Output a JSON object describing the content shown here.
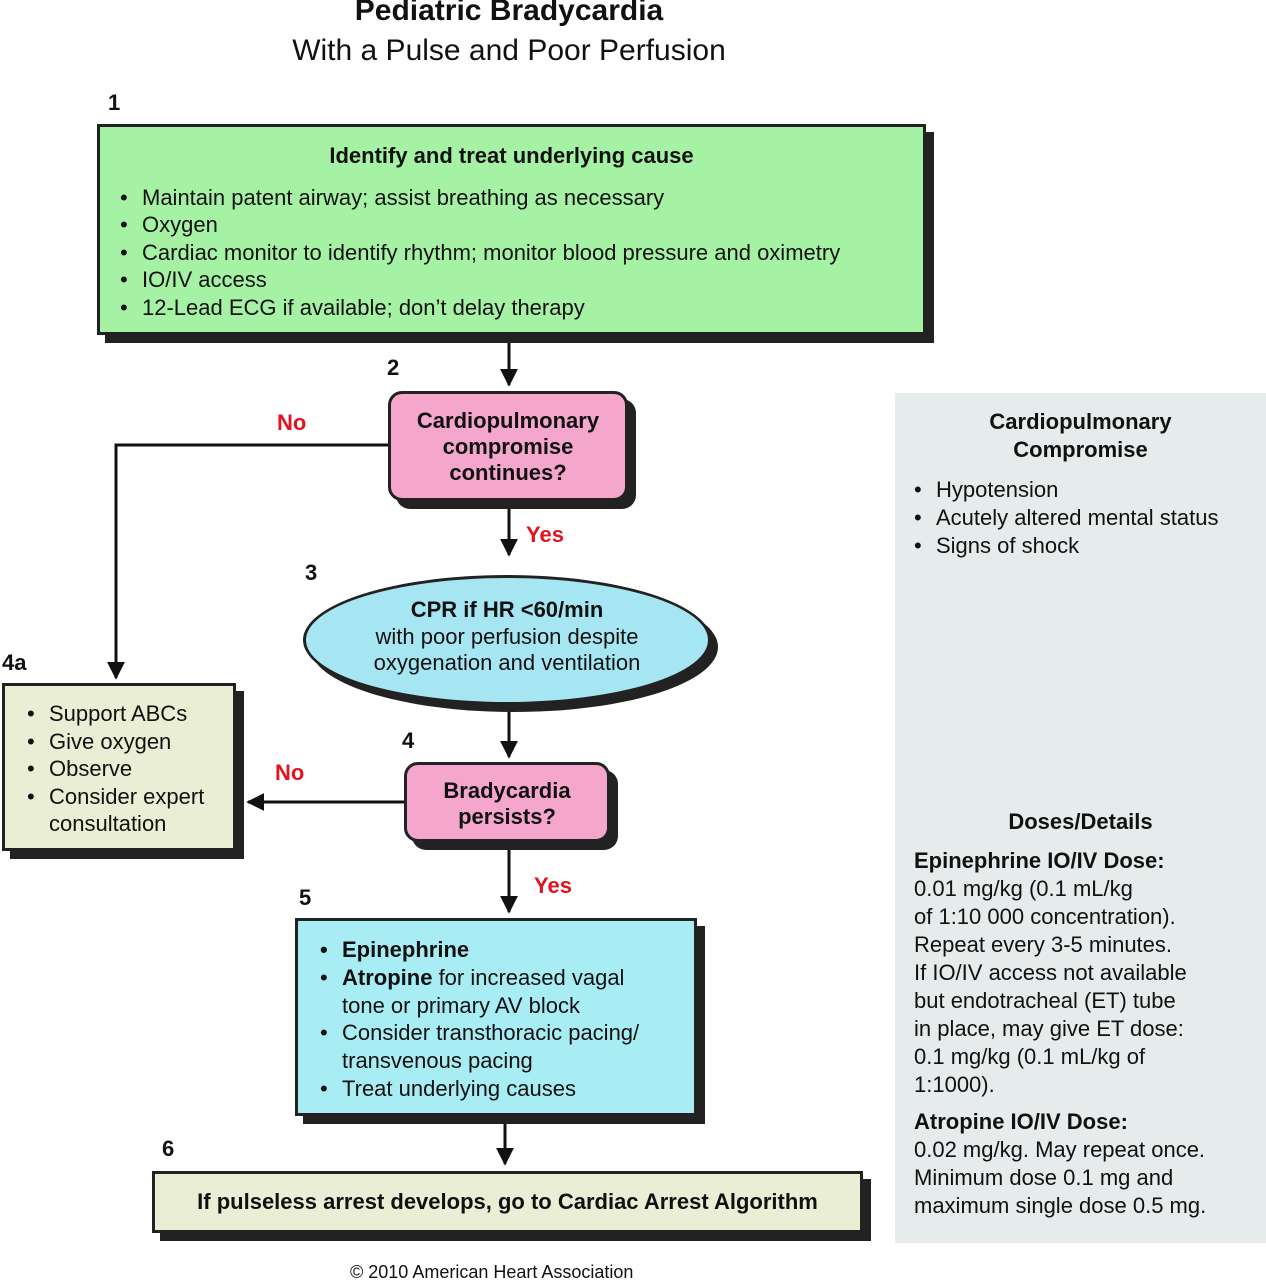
{
  "title": "Pediatric Bradycardia",
  "subtitle": "With a Pulse and Poor Perfusion",
  "step1": {
    "number": "1",
    "heading": "Identify and treat underlying cause",
    "items": [
      "Maintain patent airway; assist breathing as necessary",
      "Oxygen",
      "Cardiac monitor to identify rhythm; monitor blood pressure and oximetry",
      "IO/IV access",
      "12-Lead ECG if available; don’t delay therapy"
    ]
  },
  "step2": {
    "number": "2",
    "line1": "Cardiopulmonary",
    "line2": "compromise",
    "line3": "continues?",
    "no": "No",
    "yes": "Yes"
  },
  "step3": {
    "number": "3",
    "line1": "CPR if HR <60/min",
    "line2": "with poor perfusion despite",
    "line3": "oxygenation and ventilation"
  },
  "step4": {
    "number": "4",
    "line1": "Bradycardia",
    "line2": "persists?",
    "no": "No",
    "yes": "Yes"
  },
  "step4a": {
    "number": "4a",
    "items": [
      "Support ABCs",
      "Give oxygen",
      "Observe",
      "Consider expert",
      "consultation"
    ]
  },
  "step5": {
    "number": "5",
    "item1_bold": "Epinephrine",
    "item2_bold": "Atropine",
    "item2_rest": " for increased vagal",
    "item2_line2": "tone or primary AV block",
    "item3_line1": "Consider transthoracic pacing/",
    "item3_line2": "transvenous pacing",
    "item4": "Treat underlying causes"
  },
  "step6": {
    "number": "6",
    "text": "If pulseless arrest develops, go to Cardiac Arrest Algorithm"
  },
  "sidebar": {
    "compromise_heading1": "Cardiopulmonary",
    "compromise_heading2": "Compromise",
    "compromise_items": [
      "Hypotension",
      "Acutely altered mental status",
      "Signs of shock"
    ],
    "doses_heading": "Doses/Details",
    "epi_heading": "Epinephrine IO/IV Dose:",
    "epi_lines": [
      "0.01 mg/kg (0.1 mL/kg",
      "of 1:10 000 concentration).",
      "Repeat every 3-5 minutes.",
      "If IO/IV access not available",
      "but endotracheal (ET) tube",
      "in place, may give ET dose:",
      "0.1 mg/kg (0.1 mL/kg of",
      "1:1000)."
    ],
    "atropine_heading": "Atropine IO/IV Dose:",
    "atropine_lines": [
      "0.02 mg/kg. May repeat once.",
      "Minimum dose 0.1 mg and",
      "maximum single dose 0.5 mg."
    ]
  },
  "copyright": "© 2010 American Heart Association",
  "colors": {
    "green": "#a6f2a4",
    "pink": "#f4a6cc",
    "cyan": "#a8ecf4",
    "beige": "#eaeed5",
    "red": "#e0141e",
    "sidebar": "#e6ebec"
  }
}
